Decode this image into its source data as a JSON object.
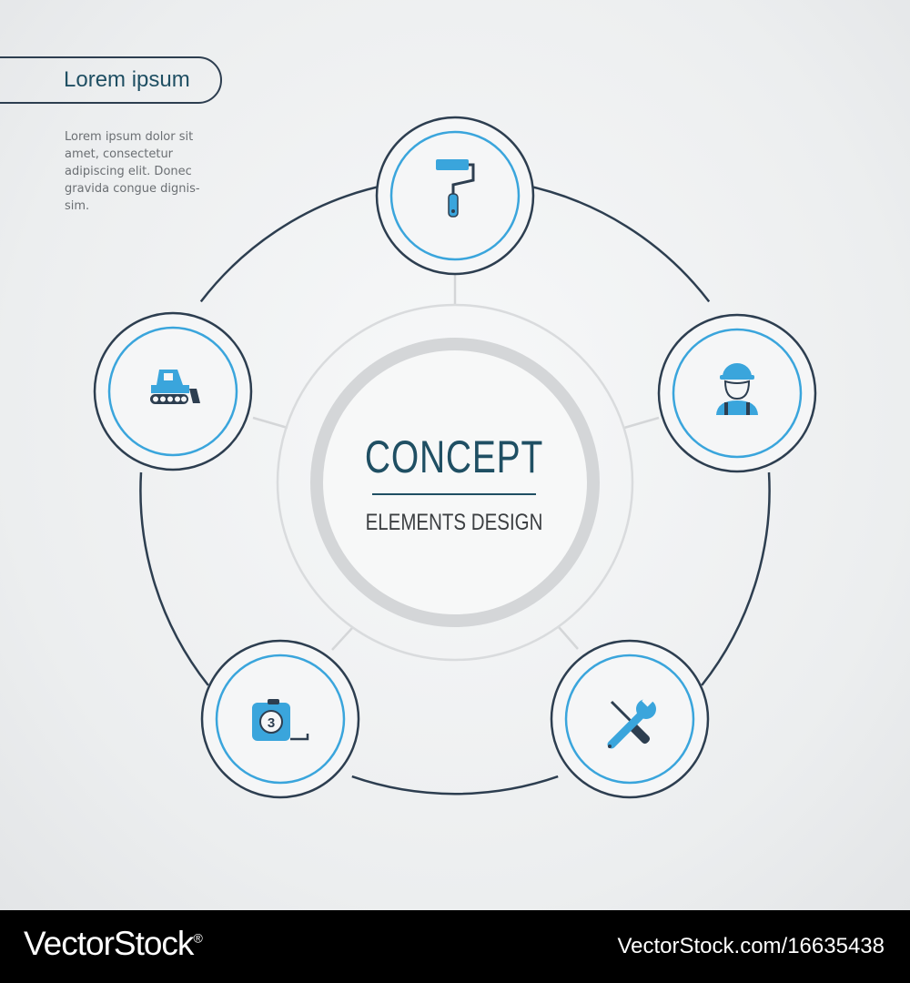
{
  "header": {
    "title": "Lorem ipsum"
  },
  "intro": {
    "text": "Lorem ipsum dolor sit\namet, consectetur\nadipiscing elit. Donec\ngravida congue dignis-\nsim."
  },
  "center": {
    "title": "CONCEPT",
    "subtitle": "ELEMENTS DESIGN"
  },
  "nodes": [
    {
      "icon": "paint-roller-icon"
    },
    {
      "icon": "worker-icon"
    },
    {
      "icon": "tools-icon"
    },
    {
      "icon": "tape-measure-icon",
      "label": "3"
    },
    {
      "icon": "bulldozer-icon"
    }
  ],
  "colors": {
    "accent": "#3aa5dc",
    "dark": "#2d3e50",
    "text": "#1f4f63",
    "ring": "#d4d6d8"
  },
  "footer": {
    "brand": "VectorStock",
    "registered": "®",
    "url": "VectorStock.com/16635438"
  }
}
